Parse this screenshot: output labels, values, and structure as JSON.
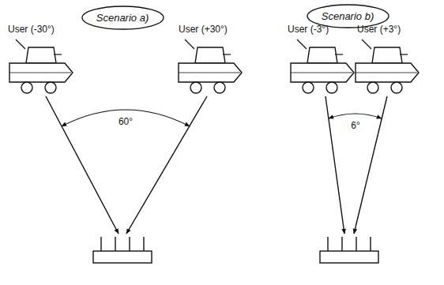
{
  "diagram": {
    "nodes": [
      {
        "text": [
          "Scenario a)"
        ]
      },
      {
        "text": [
          "Scenario b)"
        ]
      }
    ],
    "labels": [
      "User (-30°)",
      "User (+30°)",
      "60°",
      "User (-3°)",
      "User (+3°)",
      "6°"
    ]
  }
}
